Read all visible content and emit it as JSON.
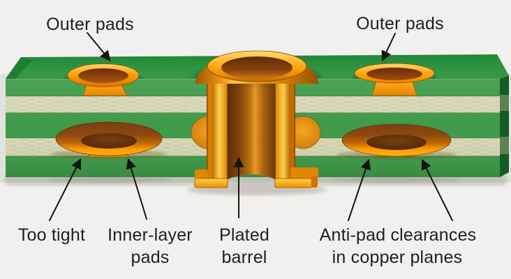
{
  "diagram": {
    "labels": {
      "outer_pads_left": "Outer pads",
      "outer_pads_right": "Outer pads",
      "too_tight": "Too tight",
      "inner_layer_pads_line1": "Inner-layer",
      "inner_layer_pads_line2": "pads",
      "plated_barrel_line1": "Plated",
      "plated_barrel_line2": "barrel",
      "anti_pad_line1": "Anti-pad clearances",
      "anti_pad_line2": "in copper planes"
    }
  },
  "colors": {
    "background": "#f2f0ee",
    "board_green": "#3fa04a",
    "board_green_top": "#2e9a42",
    "board_green_dark": "#1c6f2d",
    "substrate_cream": "#e8e4c3",
    "copper_bright": "#ffc84a",
    "copper_mid": "#f29200",
    "copper_deep": "#c06a00",
    "copper_shadow": "#6b3407",
    "label_text": "#1f1f1f",
    "arrow": "#141414"
  }
}
